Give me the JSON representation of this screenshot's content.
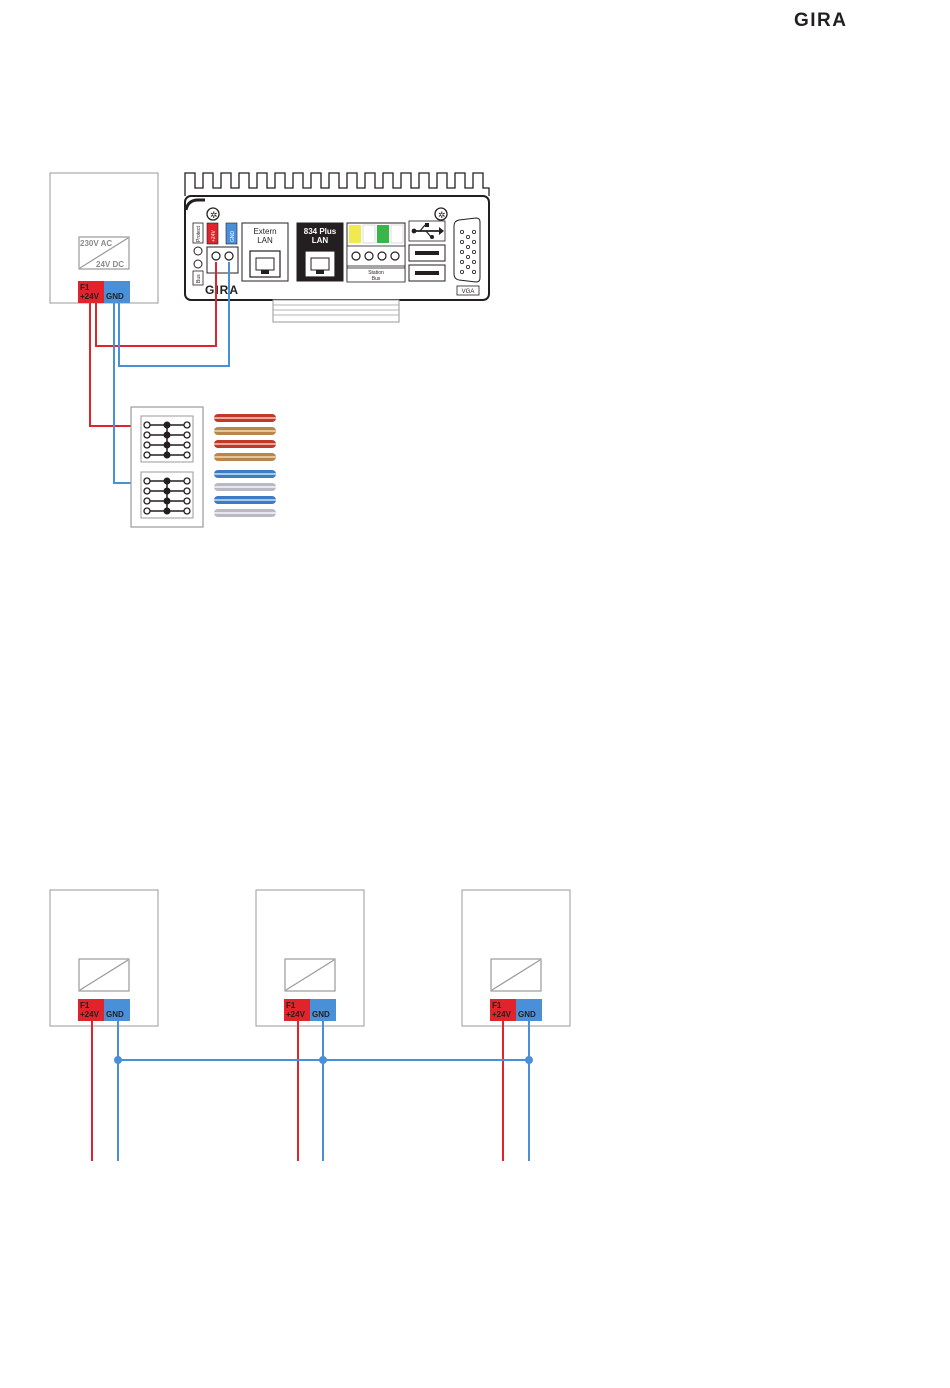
{
  "header": {
    "logo": "GIRA"
  },
  "diagram_top": {
    "power_supply": {
      "input_label": "230V AC",
      "output_label": "24V DC",
      "terminal_positive": {
        "line1": "F1",
        "line2": "+24V"
      },
      "terminal_ground": "GND"
    },
    "server": {
      "brand": "GIRA",
      "port_extern": {
        "line1": "Extern",
        "line2": "LAN"
      },
      "port_834": {
        "line1": "834 Plus",
        "line2": "LAN"
      },
      "station_bus_label": {
        "line1": "Station",
        "line2": "Bus"
      },
      "vga_label": "VGA",
      "power_terminal_left": "+24V",
      "power_terminal_right": "GND",
      "side_label_top": "Protect",
      "side_label_bottom": "Bus"
    }
  },
  "diagram_bottom": {
    "supplies": [
      {
        "terminal_positive": {
          "line1": "F1",
          "line2": "+24V"
        },
        "terminal_ground": "GND"
      },
      {
        "terminal_positive": {
          "line1": "F1",
          "line2": "+24V"
        },
        "terminal_ground": "GND"
      },
      {
        "terminal_positive": {
          "line1": "F1",
          "line2": "+24V"
        },
        "terminal_ground": "GND"
      }
    ]
  },
  "colors": {
    "positive_wire": "#e1242c",
    "ground_wire": "#4a90d9",
    "outline": "#9a9a9a",
    "dark": "#231f20"
  }
}
